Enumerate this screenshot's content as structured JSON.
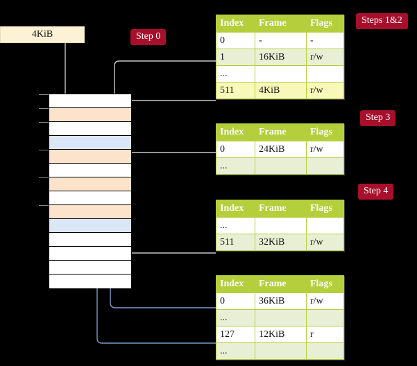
{
  "diagram": {
    "title_labels": {
      "step0": "Step 0",
      "steps12": "Steps 1&2",
      "step3": "Step 3",
      "step4": "Step 4"
    },
    "source_box": {
      "label": "4KiB"
    },
    "memory_block": {
      "rows": [
        {
          "fill": "white"
        },
        {
          "fill": "orange"
        },
        {
          "fill": "white"
        },
        {
          "fill": "blue"
        },
        {
          "fill": "orange"
        },
        {
          "fill": "white"
        },
        {
          "fill": "orange"
        },
        {
          "fill": "white"
        },
        {
          "fill": "orange"
        },
        {
          "fill": "blue"
        },
        {
          "fill": "white"
        },
        {
          "fill": "white"
        },
        {
          "fill": "white"
        },
        {
          "fill": "white"
        }
      ],
      "colors": {
        "orange": "#fde3cc",
        "blue": "#dbe7f7",
        "white": "#ffffff",
        "border": "#000000"
      }
    },
    "tables": [
      {
        "id": "table-steps-1-2",
        "headers": [
          "Index",
          "Frame",
          "Flags"
        ],
        "rows": [
          {
            "style": "plain",
            "cells": [
              "0",
              "-",
              "-"
            ]
          },
          {
            "style": "alt",
            "cells": [
              "1",
              "16KiB",
              "r/w"
            ]
          },
          {
            "style": "plain",
            "cells": [
              "...",
              "",
              ""
            ]
          },
          {
            "style": "hl",
            "cells": [
              "511",
              "4KiB",
              "r/w"
            ]
          }
        ]
      },
      {
        "id": "table-step-3",
        "headers": [
          "Index",
          "Frame",
          "Flags"
        ],
        "rows": [
          {
            "style": "plain",
            "cells": [
              "0",
              "24KiB",
              "r/w"
            ]
          },
          {
            "style": "alt",
            "cells": [
              "...",
              "",
              ""
            ]
          }
        ]
      },
      {
        "id": "table-step-4a",
        "headers": [
          "Index",
          "Frame",
          "Flags"
        ],
        "rows": [
          {
            "style": "plain",
            "cells": [
              "...",
              "",
              ""
            ]
          },
          {
            "style": "alt",
            "cells": [
              "511",
              "32KiB",
              "r/w"
            ]
          }
        ]
      },
      {
        "id": "table-step-4b",
        "headers": [
          "Index",
          "Frame",
          "Flags"
        ],
        "rows": [
          {
            "style": "plain",
            "cells": [
              "0",
              "36KiB",
              "r/w"
            ]
          },
          {
            "style": "alt",
            "cells": [
              "...",
              "",
              ""
            ]
          },
          {
            "style": "plain",
            "cells": [
              "127",
              "12KiB",
              "r"
            ]
          },
          {
            "style": "alt",
            "cells": [
              "...",
              "",
              ""
            ]
          }
        ]
      }
    ],
    "wire_colors": {
      "gray": "#c8c8c8",
      "blue": "#7b9ecb"
    }
  }
}
